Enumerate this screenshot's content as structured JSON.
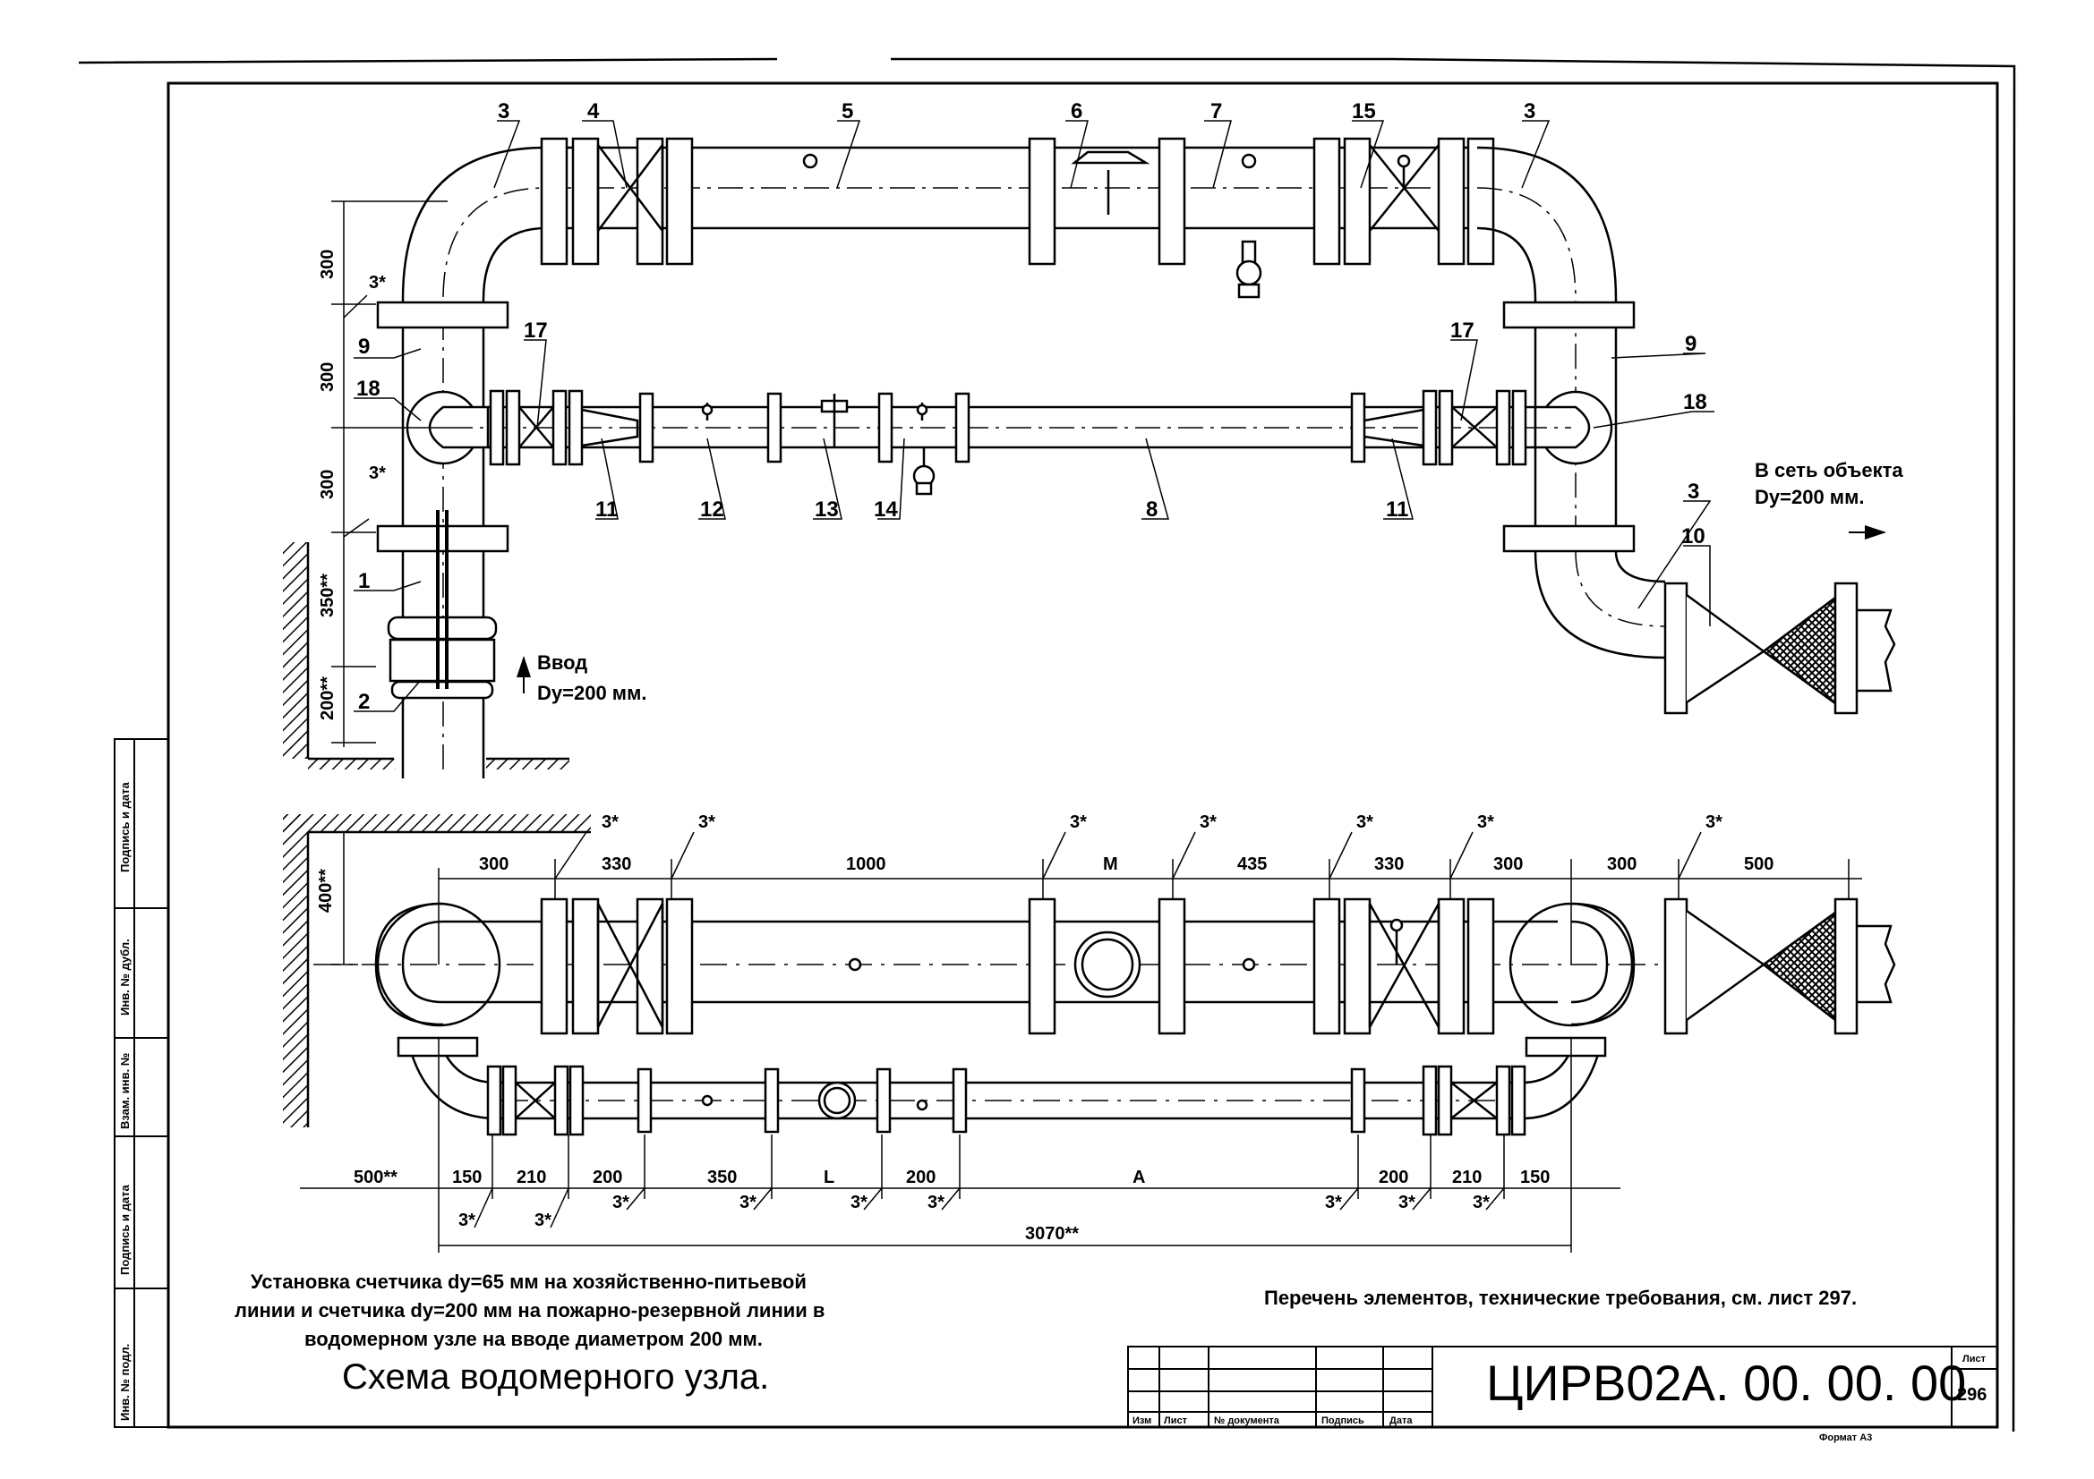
{
  "sheet": {
    "designation": "ЦИРВ02А. 00. 00. 00",
    "sheet_label": "Лист",
    "sheet_number": "296",
    "format": "Формат А3"
  },
  "title_block": {
    "headers": [
      "Изм",
      "Лист",
      "№ документа",
      "Подпись",
      "Дата"
    ]
  },
  "side_stamps": [
    "Подпись и дата",
    "Инв. № дубл.",
    "Взам. инв. №",
    "Подпись и дата",
    "Инв. № подл."
  ],
  "notes": {
    "caption_line1": "Установка счетчика dy=65 мм на хозяйственно-питьевой",
    "caption_line2": "линии и счетчика dy=200 мм на пожарно-резервной линии в",
    "caption_line3": "водомерном узле на вводе диаметром 200 мм.",
    "scheme_title": "Схема водомерного узла.",
    "reference": "Перечень элементов, технические требования, см. лист 297.",
    "inlet_line1": "Ввод",
    "inlet_line2": "Dy=200 мм.",
    "outlet_line1": "В сеть объекта",
    "outlet_line2": "Dy=200 мм."
  },
  "positions": [
    "1",
    "2",
    "3",
    "4",
    "5",
    "6",
    "7",
    "8",
    "9",
    "10",
    "11",
    "12",
    "13",
    "14",
    "15",
    "17",
    "18"
  ],
  "plan_dims": {
    "vert": [
      "300",
      "300",
      "300",
      "350**",
      "200**"
    ],
    "angle": "3*"
  },
  "section_dims": {
    "top": [
      "300",
      "330",
      "1000",
      "M",
      "435",
      "330",
      "300",
      "300",
      "500"
    ],
    "bottom": [
      "500**",
      "150",
      "210",
      "200",
      "350",
      "L",
      "200",
      "A",
      "200",
      "210",
      "150"
    ],
    "overall": "3070**",
    "left_vert": "400**",
    "angle": "3*"
  }
}
